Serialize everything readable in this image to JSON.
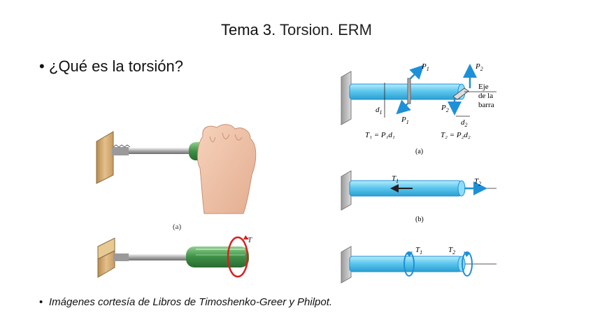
{
  "slide": {
    "title_bold": "Tema 3",
    "title_rest": ". Torsion. ERM",
    "bullet_question": "¿Qué es la torsión?",
    "credit": "Imágenes cortesía de Libros de Timoshenko-Greer y Philpot."
  },
  "left_figure": {
    "label_a": "(a)",
    "torque_label": "T"
  },
  "right_figure": {
    "a": {
      "p1_top": "P",
      "p1_top_sub": "1",
      "p1_bottom": "P",
      "p1_bottom_sub": "1",
      "p2_top": "P",
      "p2_top_sub": "2",
      "p2_bottom": "P",
      "p2_bottom_sub": "2",
      "d1": "d",
      "d1_sub": "1",
      "d2": "d",
      "d2_sub": "2",
      "axis_label_1": "Eje",
      "axis_label_2": "de la",
      "axis_label_3": "barra",
      "eq1": "T₁ = P₁d₁",
      "eq2": "T₂ = P₂d₂",
      "label": "(a)"
    },
    "b": {
      "t1": "T",
      "t1_sub": "1",
      "t2": "T",
      "t2_sub": "2",
      "label": "(b)"
    },
    "c": {
      "t1": "T",
      "t1_sub": "1",
      "t2": "T",
      "t2_sub": "2"
    }
  },
  "colors": {
    "bar_blue": "#5ec8ef",
    "arrow_blue": "#1e90d8",
    "torque_red": "#d82020",
    "wall_gray": "#c8c8c8",
    "wood": "#d8b27a",
    "handle_green": "#4f9a55"
  }
}
